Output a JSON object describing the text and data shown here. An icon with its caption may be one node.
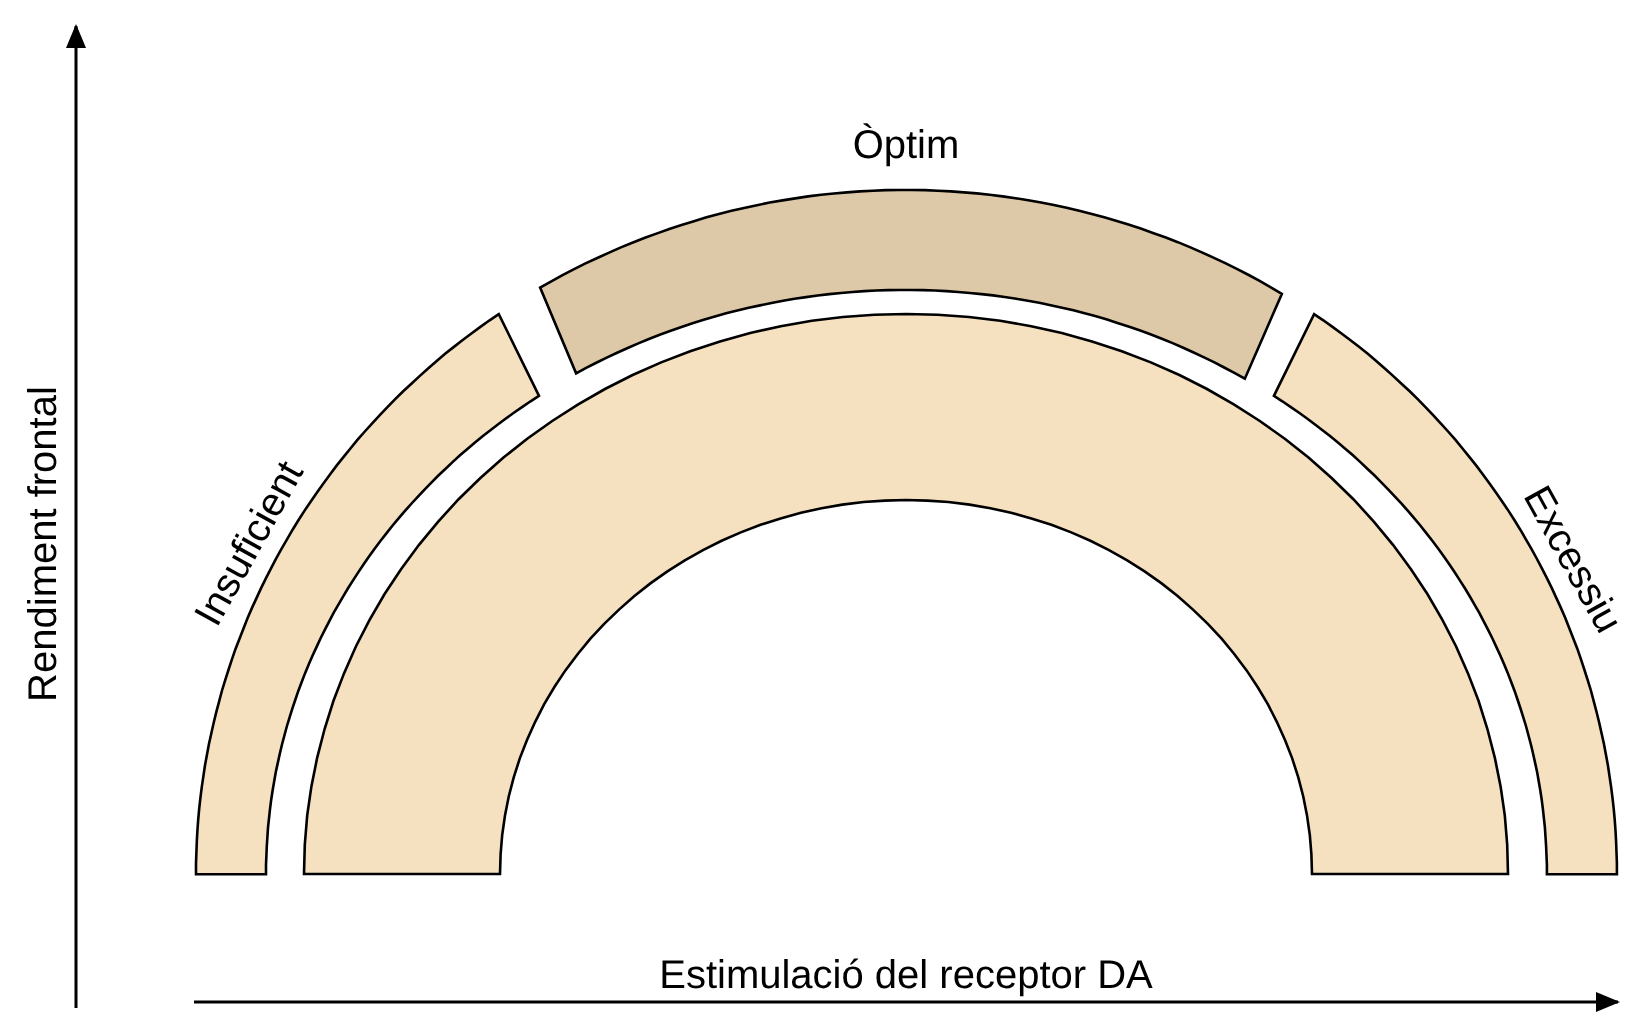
{
  "diagram": {
    "nodes": [
      {
        "text": [
          "Òptim"
        ]
      },
      {
        "text": [
          "Insuficient"
        ]
      },
      {
        "text": [
          "Excessiu"
        ]
      },
      {
        "text": [],
        "shape": "band"
      }
    ],
    "labels": [
      "Rendiment frontal",
      "Estimulació del receptor DA"
    ]
  }
}
